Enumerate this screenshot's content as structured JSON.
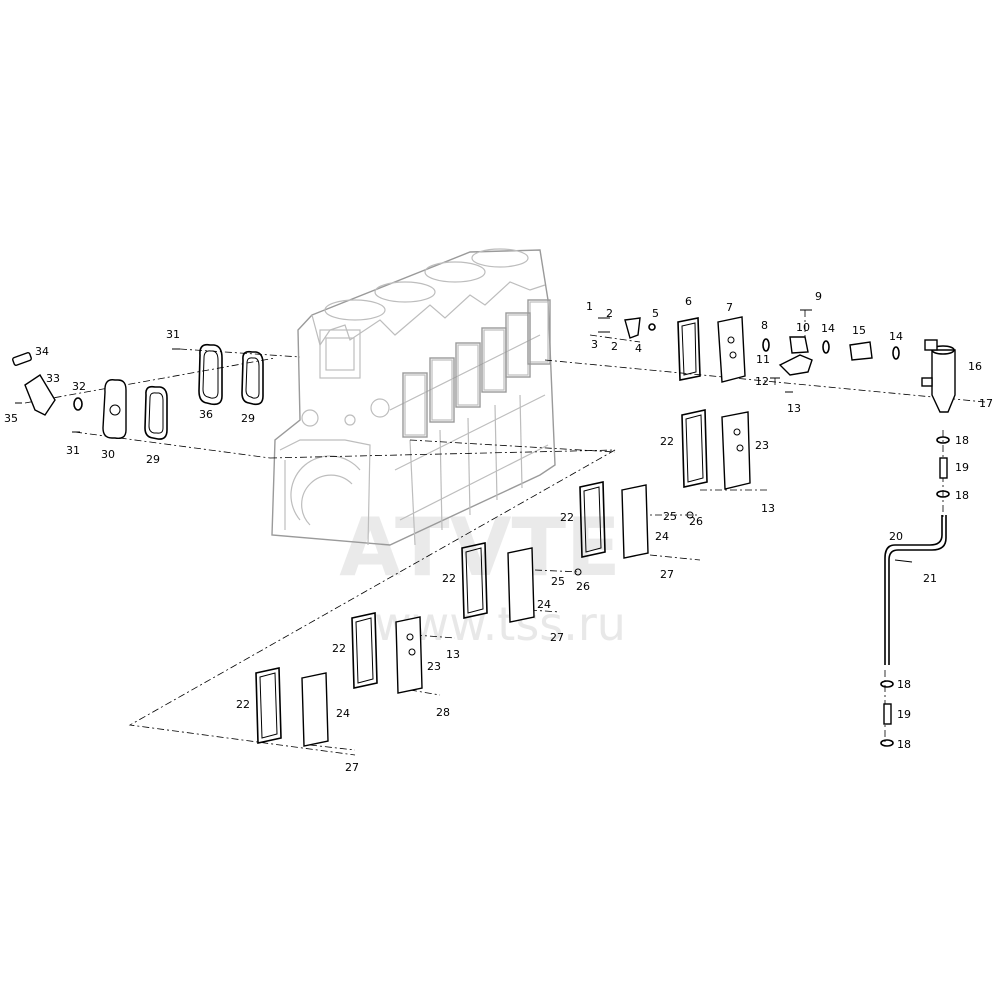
{
  "watermark": {
    "brand": "ATVTE",
    "url": "www.tss.ru"
  },
  "callouts": [
    "1",
    "2",
    "2",
    "3",
    "4",
    "5",
    "6",
    "7",
    "8",
    "9",
    "10",
    "11",
    "12",
    "13",
    "14",
    "14",
    "15",
    "16",
    "17",
    "18",
    "19",
    "18",
    "20",
    "21",
    "18",
    "19",
    "18",
    "22",
    "23",
    "13",
    "22",
    "25",
    "26",
    "24",
    "27",
    "22",
    "25",
    "26",
    "24",
    "27",
    "22",
    "13",
    "23",
    "28",
    "22",
    "24",
    "27",
    "34",
    "33",
    "32",
    "35",
    "31",
    "30",
    "29",
    "31",
    "36",
    "29"
  ]
}
